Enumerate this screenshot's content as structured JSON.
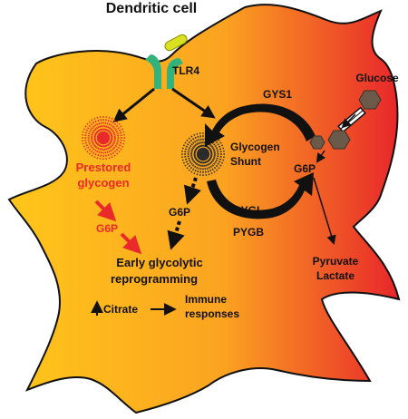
{
  "title": "Dendritic cell",
  "labels": {
    "tlr4": "TLR4",
    "glucose": "Glucose",
    "gys1": "GYS1",
    "glycogen_shunt_line1": "Glycogen",
    "glycogen_shunt_line2": "Shunt",
    "prestored_line1": "Prestored",
    "prestored_line2": "glycogen",
    "g6p_left": "G6P",
    "g6p_middle": "G6P",
    "g6p_right": "G6P",
    "pygl": "PYGL",
    "pygb": "PYGB",
    "pyruvate": "Pyruvate",
    "lactate": "Lactate",
    "early_line1": "Early glycolytic",
    "early_line2": "reprogramming",
    "citrate": "Citrate",
    "immune_line1": "Immune",
    "immune_line2": "responses"
  },
  "colors": {
    "cell_left": "#ffc61a",
    "cell_mid": "#fba321",
    "cell_right": "#e8262b",
    "prestored_red": "#ea2a2a",
    "tlr4_green": "#33b27c",
    "ligand_yellow": "#d9e021",
    "glucose_brown": "#6b5a4a",
    "text_dark": "#1a1a1a"
  },
  "icons": {
    "receptor": "tlr4-receptor-icon",
    "ligand": "lps-ligand-icon",
    "transporter": "glucose-transporter-icon",
    "glycogen": "glycogen-granule-icon"
  }
}
